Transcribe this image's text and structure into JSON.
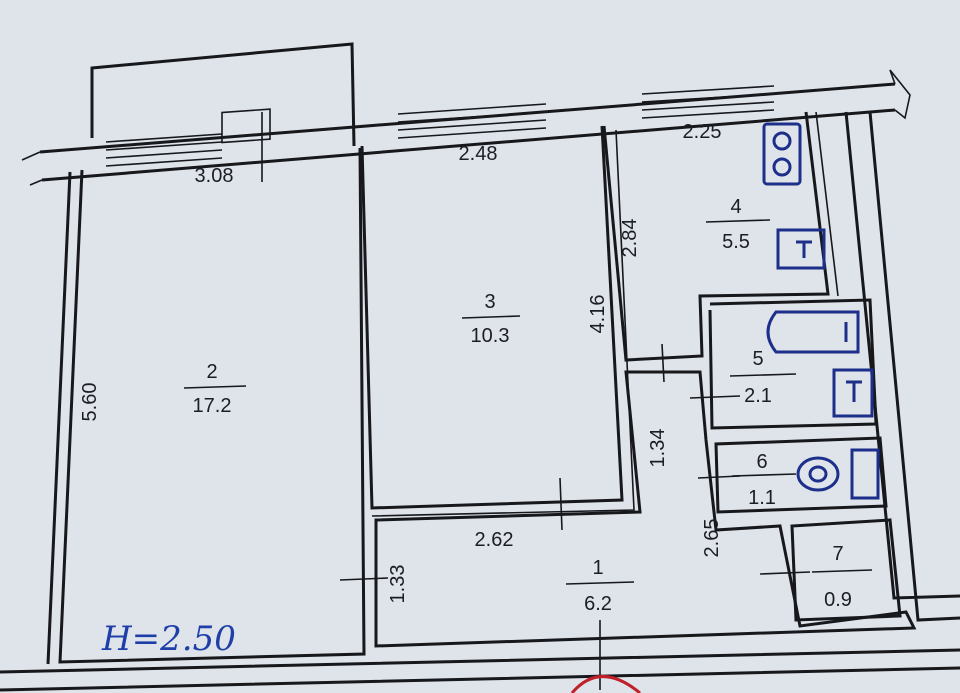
{
  "rooms": [
    {
      "number": "2",
      "area": "17.2"
    },
    {
      "number": "3",
      "area": "10.3"
    },
    {
      "number": "4",
      "area": "5.5"
    },
    {
      "number": "5",
      "area": "2.1"
    },
    {
      "number": "6",
      "area": "1.1"
    },
    {
      "number": "7",
      "area": "0.9"
    },
    {
      "number": "1",
      "area": "6.2"
    }
  ],
  "dimensions": {
    "room2_width": "3.08",
    "room2_length": "5.60",
    "room3_width_top": "2.48",
    "room3_width_bottom": "2.62",
    "room3_length": "4.16",
    "room4_width": "2.25",
    "room4_length": "2.84",
    "corridor_upper": "1.34",
    "corridor_lower": "2.65",
    "hall_depth": "1.33"
  },
  "handwritten_note": "H=2.50",
  "colors": {
    "background": "#dfe3ea",
    "walls": "#16181c",
    "fixtures": "#1c2f8a",
    "note_ink": "#1f3fa8",
    "stamp": "#c0202a"
  }
}
